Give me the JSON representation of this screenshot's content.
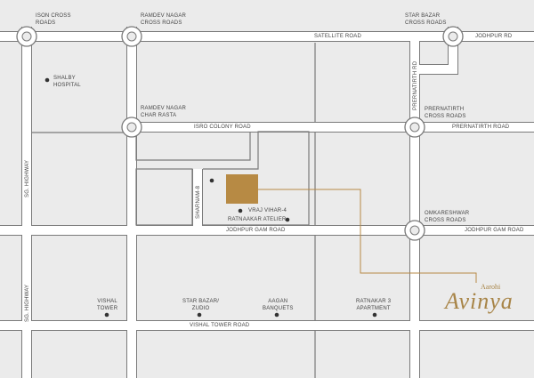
{
  "colors": {
    "background": "#ebebeb",
    "road": "#ffffff",
    "road_edge": "#7a7a7a",
    "project": "#b78a44",
    "project_line": "#b78a44",
    "brand": "#a88548",
    "marker": "#333333"
  },
  "junctions": {
    "ison_cross_roads": "ISON CROSS\nROADS",
    "ramdev_nagar_cross_roads": "RAMDEV NAGAR\nCROSS ROADS",
    "star_bazar_cross_roads": "STAR BAZAR\nCROSS ROADS",
    "ramdev_nagar_char_rasta": "RAMDEV NAGAR\nCHAR RASTA",
    "prernatirth_cross_roads": "PRERNATIRTH\nCROSS ROADS",
    "omkareshwar_cross_roads": "OMKARESHWAR\nCROSS ROADS"
  },
  "roads": {
    "satellite_road": "SATELLITE ROAD",
    "jodhpur_rd": "JODHPUR RD",
    "prernatirth_rd": "PRERNATIRTH RD",
    "isro_colony_road": "ISRO COLONY ROAD",
    "prernatirth_road": "PRERNATIRTH ROAD",
    "sg_highway_top": "SG. HIGHWAY",
    "sg_highway_bottom": "SG. HIGHWAY",
    "sharnam_8": "SHARNAM-8",
    "jodhpur_gam_road": "JODHPUR GAM ROAD",
    "jodhpur_gam_road_east": "JODHPUR GAM ROAD",
    "vishal_tower_road": "VISHAL TOWER ROAD"
  },
  "landmarks": {
    "shalby_hospital": "SHALBY\nHOSPITAL",
    "vraj_vihar": "VRAJ VIHAR-4",
    "ratnaakar_atelier": "RATNAAKAR ATELIER",
    "vishal_tower": "VISHAL\nTOWER",
    "star_bazar_zudio": "STAR BAZAR/\nZUDIO",
    "aagan_banquets": "AAGAN\nBANQUETS",
    "ratnakar_3_apartment": "RATNAKAR 3\nAPARTMENT"
  },
  "brand": {
    "small": "Aarohi",
    "big": "Avinya"
  }
}
